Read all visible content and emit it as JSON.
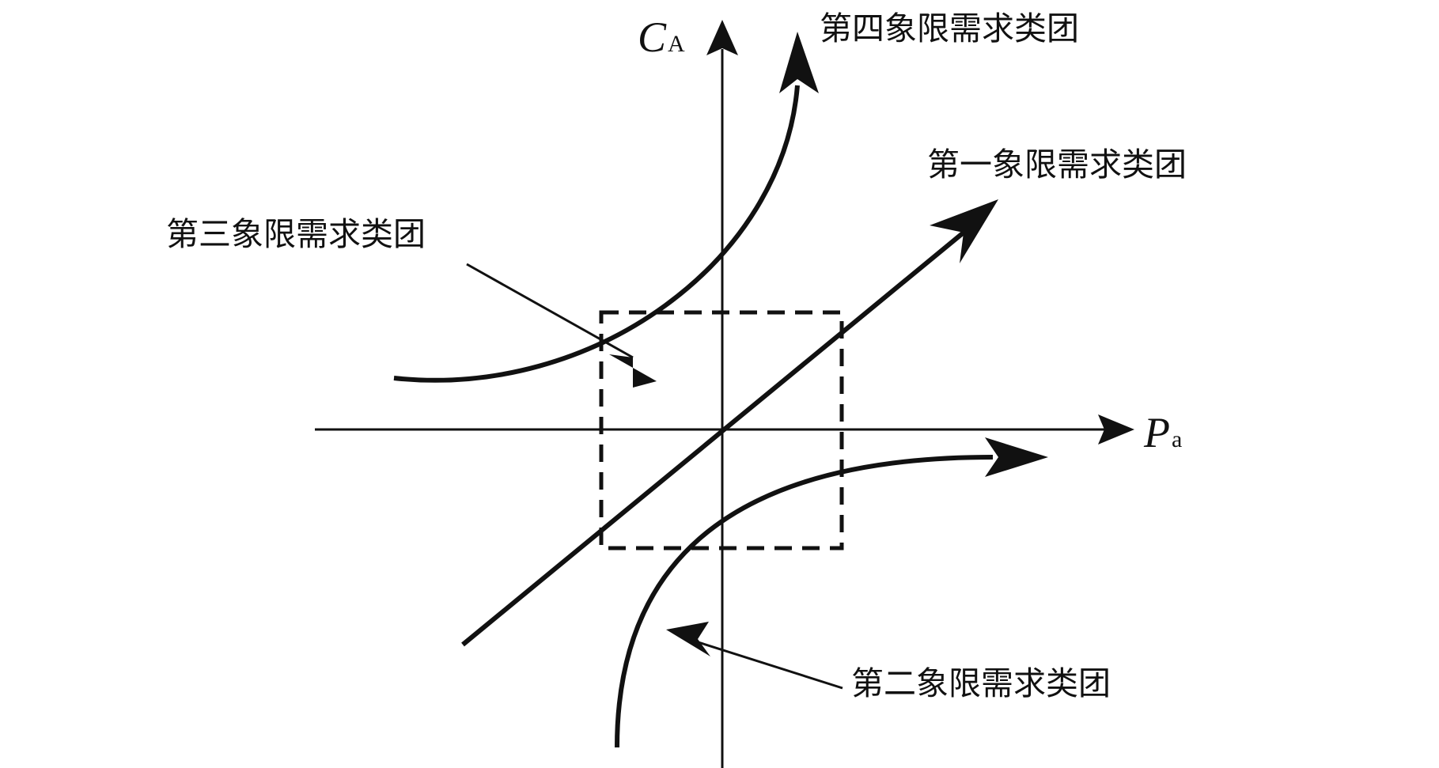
{
  "axes": {
    "y_axis": {
      "main": "C",
      "subscript": "A"
    },
    "x_axis": {
      "main": "P",
      "subscript": "a"
    }
  },
  "labels": {
    "quadrant_1": "第一象限需求类团",
    "quadrant_2": "第二象限需求类团",
    "quadrant_3": "第三象限需求类团",
    "quadrant_4": "第四象限需求类团"
  },
  "colors": {
    "stroke": "#111111",
    "background": "#ffffff"
  }
}
